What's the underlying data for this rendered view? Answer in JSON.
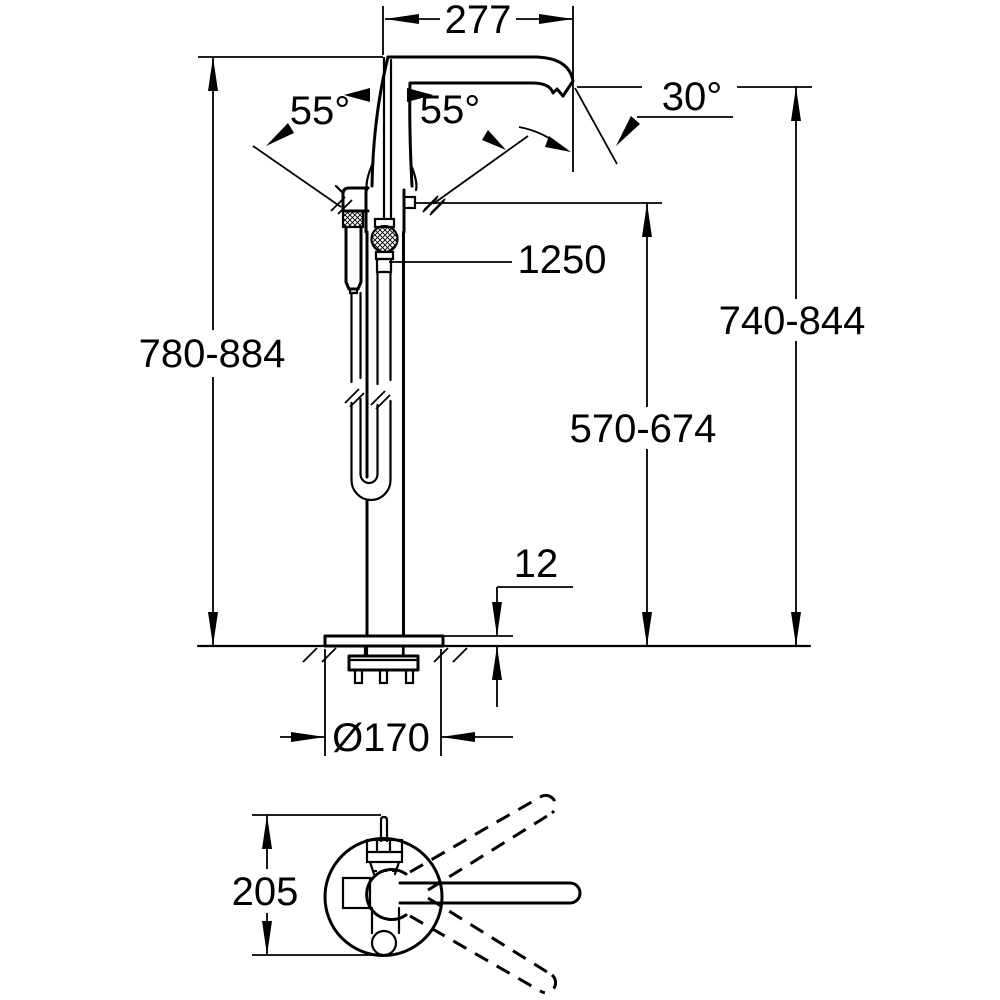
{
  "drawing": {
    "kind": "technical-dimension-drawing",
    "subject": "floor-standing bath mixer with hand shower, front view and plan view",
    "colors": {
      "line": "#000000",
      "background": "#ffffff"
    },
    "dimensions": {
      "spout_reach": "277",
      "spout_outlet_angle": "30°",
      "swivel_left": "55°",
      "swivel_right": "55°",
      "hose_length": "1250",
      "overall_height_range": "780-884",
      "outlet_height_range": "740-844",
      "connection_height_range": "570-674",
      "base_plate_height": "12",
      "base_plate_diameter": "Ø170",
      "plan_view_depth": "205"
    }
  }
}
